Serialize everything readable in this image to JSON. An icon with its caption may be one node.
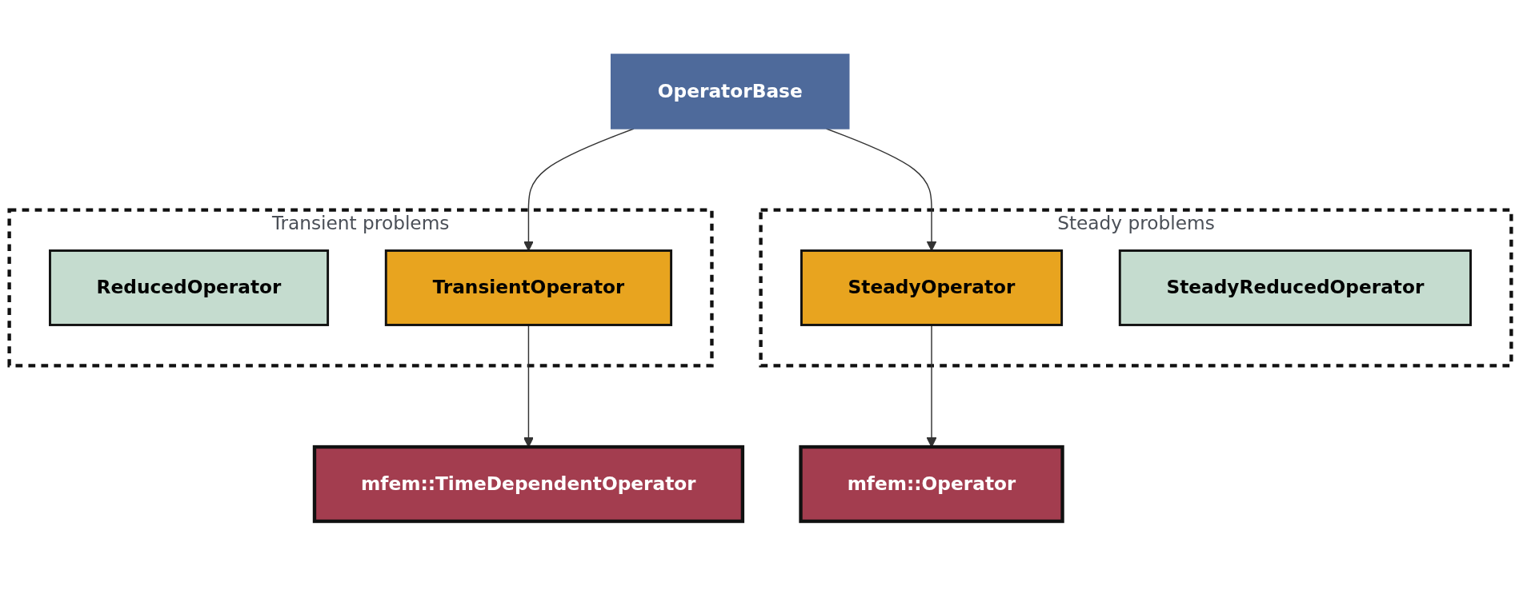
{
  "diagram": {
    "nodes": [
      {
        "text": [
          "mfem::TimeDependentOperator"
        ]
      },
      {
        "text": [
          "OperatorBase"
        ]
      },
      {
        "text": [
          "mfem::Operator"
        ]
      },
      {
        "text": [
          "Transient problems"
        ]
      },
      {
        "text": [
          "ReducedOperator"
        ],
        "in": 3
      },
      {
        "text": [
          "TransientOperator"
        ],
        "in": 3
      },
      {
        "text": [
          "Steady problems"
        ]
      },
      {
        "text": [
          "SteadyOperator"
        ],
        "in": 6
      },
      {
        "text": [
          "SteadyReducedOperator"
        ],
        "in": 6
      }
    ],
    "edges": [
      {
        "from": 5,
        "to": 0,
        "arrow": "to"
      },
      {
        "from": 1,
        "to": 5,
        "arrow": "to"
      },
      {
        "from": 1,
        "to": 7,
        "arrow": "to"
      },
      {
        "from": 7,
        "to": 2,
        "arrow": "to"
      }
    ]
  }
}
